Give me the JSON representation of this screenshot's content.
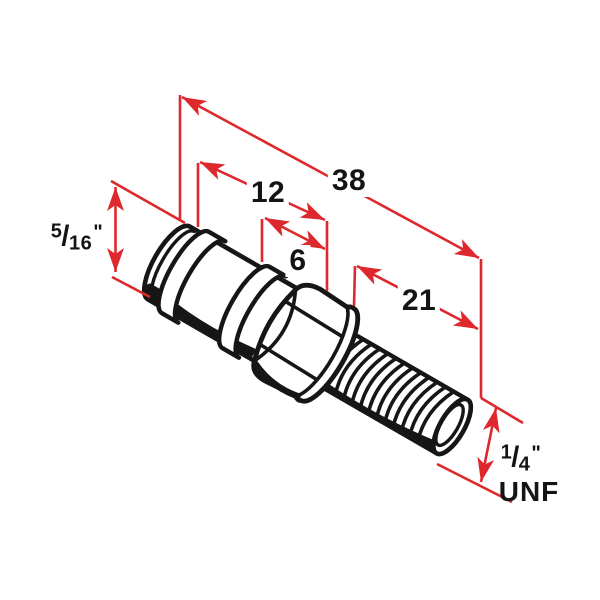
{
  "drawing": {
    "type": "technical-dimension-drawing",
    "subject": "threaded stud with collars and hex flange nut"
  },
  "colors": {
    "dimension_lines": "#dd282d",
    "line_art": "#161616",
    "background": "#ffffff"
  },
  "dimensions": {
    "overall_length": "38",
    "shank_length": "12",
    "collar_length": "6",
    "thread_length": "21",
    "shank_diameter": {
      "numerator": "5",
      "slash": "/",
      "denominator": "16",
      "unit_mark": "\""
    },
    "thread_diameter": {
      "numerator": "1",
      "slash": "/",
      "denominator": "4",
      "unit_mark": "\""
    },
    "thread_standard": "UNF"
  }
}
